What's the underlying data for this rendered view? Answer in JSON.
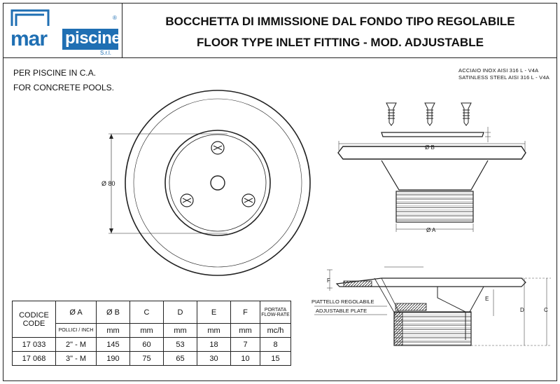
{
  "header": {
    "logo": {
      "word1": "mar",
      "word2": "piscine",
      "suffix": "S.r.l.",
      "reg": "®",
      "brand_color": "#1f6fb3"
    },
    "title_it": "BOCCHETTA DI IMMISSIONE DAL FONDO TIPO REGOLABILE",
    "title_en": "FLOOR TYPE INLET FITTING - MOD. ADJUSTABLE"
  },
  "subtitle": {
    "it": "PER PISCINE IN C.A.",
    "en": "FOR CONCRETE POOLS."
  },
  "material": {
    "it": "ACCIAIO INOX AISI  316  L  -  V4A",
    "en": "SATINLESS STEEL AISI  316  L  -  V4A"
  },
  "drawing_labels": {
    "dia80": "Ø 80",
    "diaB": "Ø B",
    "diaA": "Ø A",
    "F": "F",
    "E": "E",
    "D": "D",
    "C": "C",
    "plate_it": "PIATTELLO REGOLABILE",
    "plate_en": "ADJUSTABLE PLATE"
  },
  "table": {
    "code_header": [
      "CODICE",
      "CODE"
    ],
    "columns": [
      "Ø A",
      "Ø B",
      "C",
      "D",
      "E",
      "F"
    ],
    "flow_header": [
      "PORTATA",
      "FLOW-RATE"
    ],
    "units": {
      "A": "POLLICI / INCH",
      "B": "mm",
      "C": "mm",
      "D": "mm",
      "E": "mm",
      "F": "mm",
      "flow": "mc/h"
    },
    "rows": [
      [
        "17 033",
        "2\" - M",
        "145",
        "60",
        "53",
        "18",
        "7",
        "8"
      ],
      [
        "17 068",
        "3\" - M",
        "190",
        "75",
        "65",
        "30",
        "10",
        "15"
      ]
    ]
  }
}
